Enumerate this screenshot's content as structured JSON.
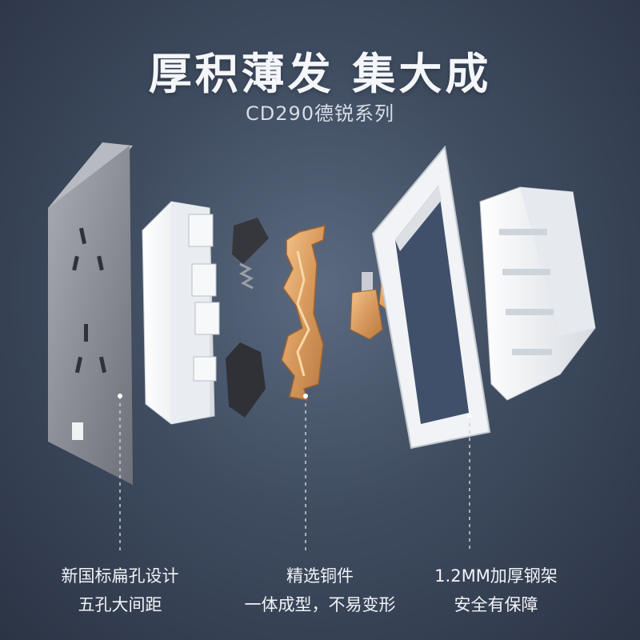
{
  "header": {
    "headline": "厚积薄发 集大成",
    "series": "CD290德锐系列"
  },
  "features": [
    {
      "line1": "新国标扁孔设计",
      "line2": "五孔大间距"
    },
    {
      "line1": "精选铜件",
      "line2": "一体成型，不易变形"
    },
    {
      "line1": "1.2MM加厚钢架",
      "line2": "安全有保障"
    }
  ],
  "colors": {
    "background": "#3f4c60",
    "panel": "#8e9199",
    "copper": "#d9a266",
    "frame": "#eef0f3",
    "text": "#f2f4f8"
  }
}
